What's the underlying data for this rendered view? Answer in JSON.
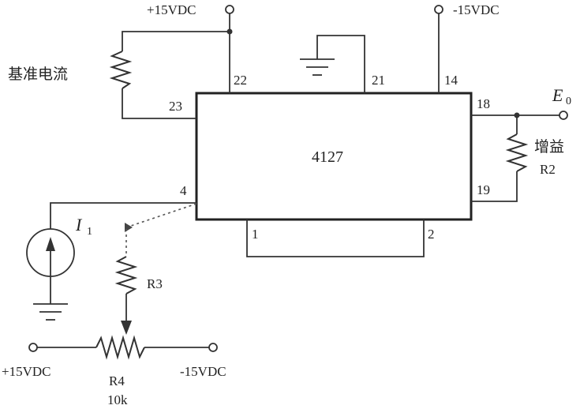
{
  "labels": {
    "vpos_top": "+15VDC",
    "vneg_top": "-15VDC",
    "ref_current": "基准电流",
    "chip": "4127",
    "pin22": "22",
    "pin21": "21",
    "pin14": "14",
    "pin23": "23",
    "pin18": "18",
    "pin19": "19",
    "pin4": "4",
    "pin1": "1",
    "pin2": "2",
    "eo_main": "E",
    "eo_sub": "0",
    "gain": "增益",
    "r2": "R2",
    "i1_main": "I",
    "i1_sub": "1",
    "r3": "R3",
    "vpos_bottom": "+15VDC",
    "vneg_bottom": "-15VDC",
    "r4": "R4",
    "r4_value": "10k"
  }
}
